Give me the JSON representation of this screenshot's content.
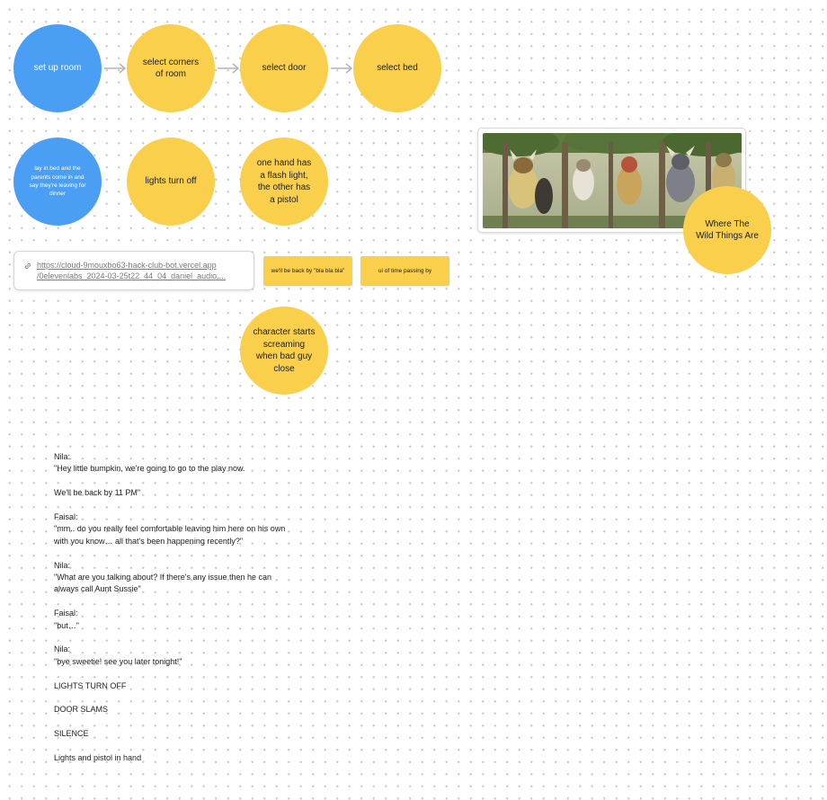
{
  "colors": {
    "blue": "#4a9ff5",
    "yellow": "#f9cf4b",
    "arrow": "#b4b4b4"
  },
  "nodes": {
    "setup_room": "set up room",
    "select_corners": "select corners of room",
    "select_door": "select door",
    "select_bed": "select bed",
    "lay_in_bed": "lay in bed and the parents come in and say they're leaving for dinner",
    "lights_turn_off": "lights turn off",
    "flashlight_pistol": "one hand has a flash light, the other has a pistol",
    "character_screams": "character starts screaming when bad guy close",
    "wild_things": "Where The Wild Things Are"
  },
  "stickies": {
    "back_by": "we'll be back by \"bla bla bla\"",
    "time_passing": "ui of time passing by"
  },
  "link": {
    "icon": "link-icon",
    "line1": "https://cloud-9mouxbo63-hack-club-bot.vercel.app",
    "line2": "/0elevenlabs_2024-03-25t22_44_04_daniel_audio...."
  },
  "script": [
    "Nila:\n\"Hey little bumpkin, we're going to go to the play now.",
    "We'll be back by 11 PM\"",
    "Faisal:\n\"mm.. do you really feel comfortable leaving him here on his own with you know… all that's been happening recently?\"",
    "Nila:\n\"What are you talking about? If there's any issue then he can always call Aunt Sussie\"",
    "Faisal:\n\"but…\"",
    "Nila:\n\"bye sweetie! see you later tonight!\"",
    "LIGHTS TURN OFF",
    "DOOR SLAMS",
    "SILENCE",
    "Lights and pistol in hand"
  ]
}
